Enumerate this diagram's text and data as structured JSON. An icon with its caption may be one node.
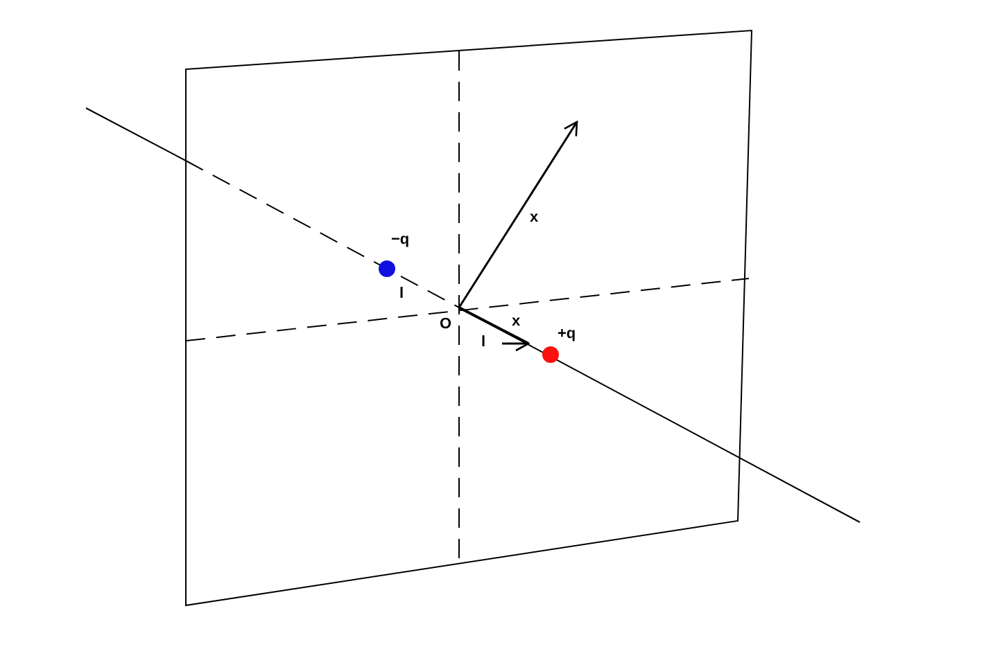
{
  "diagram": {
    "nodes": [
      {
        "text": [],
        "shape": "circle",
        "beside": [
          "−q"
        ]
      },
      {
        "text": [],
        "shape": "circle",
        "beside": [
          "+q"
        ]
      }
    ],
    "labels": [
      "x",
      "l",
      "O",
      "x",
      "l"
    ]
  }
}
